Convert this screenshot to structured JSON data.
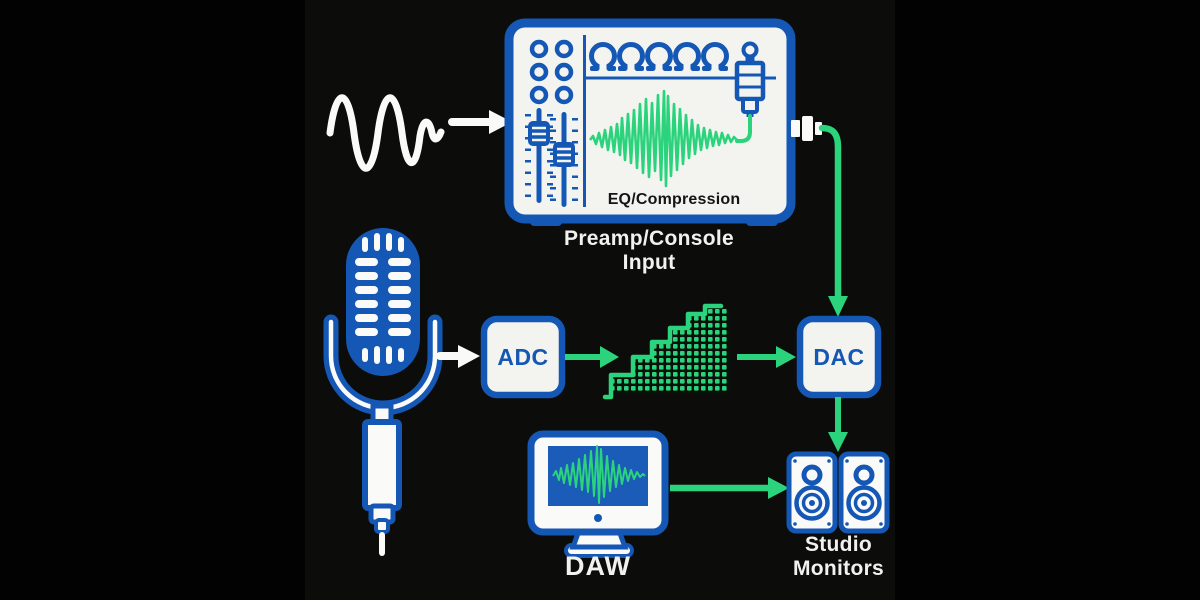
{
  "title": "Audio recording signal chain diagram",
  "colors": {
    "background_outer": "#020202",
    "background_panel": "#0c0c0a",
    "brand_blue": "#1457b5",
    "signal_green": "#2bd47c",
    "box_fill": "#f3f4ef",
    "label_white": "#f1f1ee",
    "daw_screen_blue": "#1a5cb8",
    "display_text_dark": "#141414"
  },
  "labels": {
    "preamp": {
      "line1": "Preamp/Console",
      "line2": "Input"
    },
    "preamp_display": "EQ/Compression",
    "adc": "ADC",
    "dac": "DAC",
    "daw": "DAW",
    "monitors": {
      "line1": "Studio",
      "line2": "Monitors"
    }
  },
  "icons": {
    "analog-wave-icon": "white hand-drawn sine wave (analog signal)",
    "microphone-icon": "blue studio microphone with yoke mount",
    "preamp-console-icon": "mixer/preamp panel with knobs, faders, jack plug and green waveform",
    "jack-plug-icon": "quarter-inch jack plug",
    "output-connector-icon": "white plug connector on preamp output",
    "digital-staircase-icon": "green dotted staircase (quantized digital signal)",
    "daw-monitor-icon": "desktop monitor showing green waveform on blue screen",
    "speaker-icon": "studio monitor speaker cabinet with tweeter and woofer"
  },
  "edges": [
    {
      "from": "analog-wave",
      "to": "preamp",
      "style": "white arrow"
    },
    {
      "from": "preamp-output",
      "to": "dac",
      "style": "green elbow arrow down"
    },
    {
      "from": "microphone",
      "to": "adc",
      "style": "white arrow"
    },
    {
      "from": "adc",
      "to": "digital-staircase",
      "style": "green arrow"
    },
    {
      "from": "digital-staircase",
      "to": "dac",
      "style": "green arrow"
    },
    {
      "from": "dac",
      "to": "studio-monitors",
      "style": "green arrow down"
    },
    {
      "from": "daw",
      "to": "studio-monitors",
      "style": "green arrow"
    }
  ]
}
